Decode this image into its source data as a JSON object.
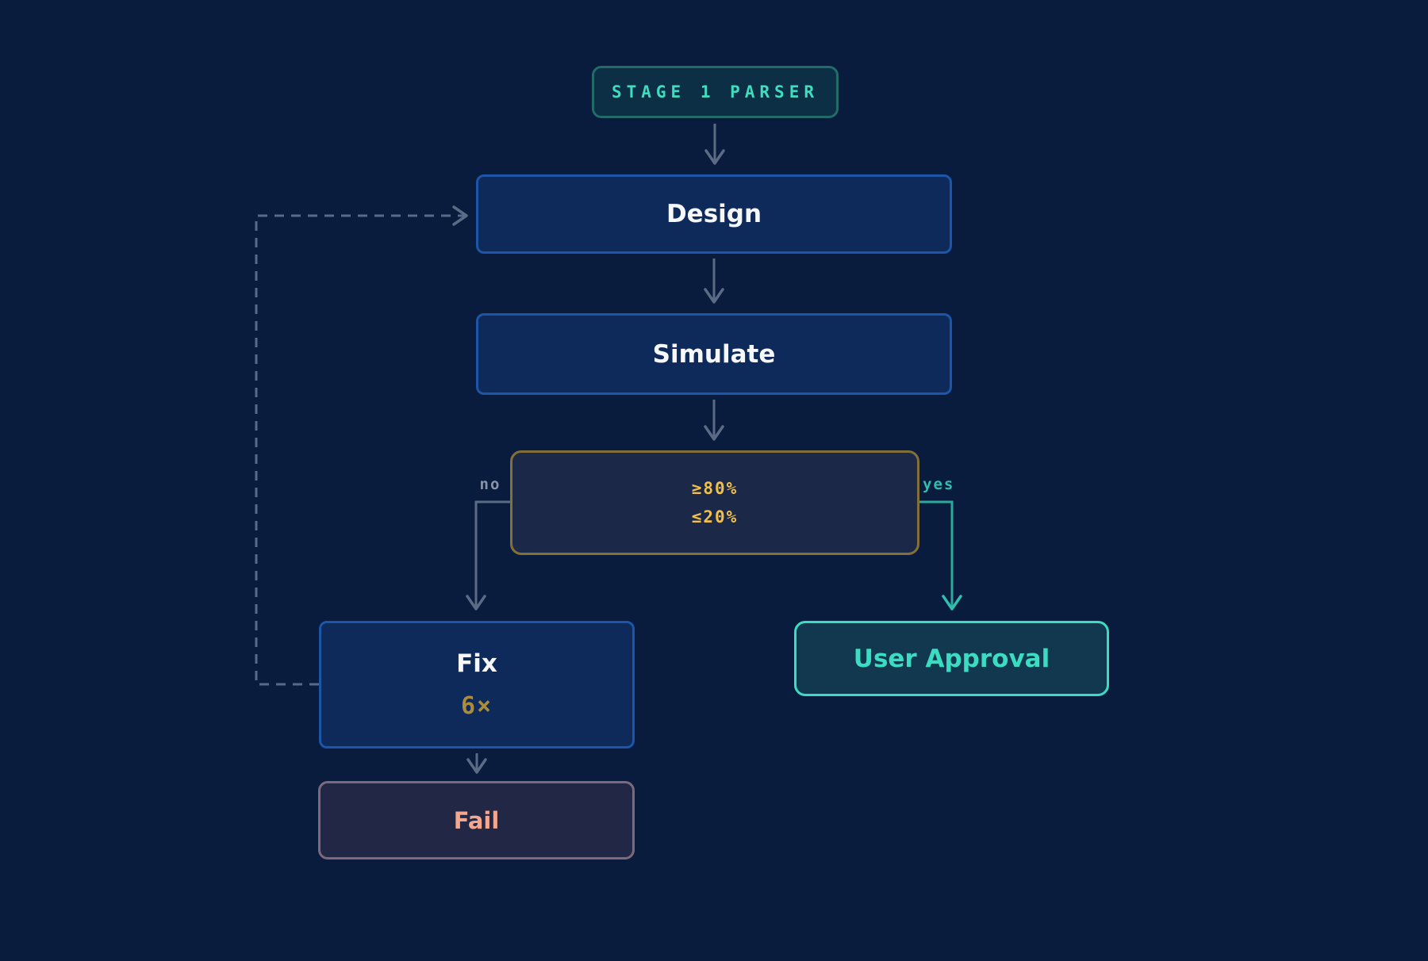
{
  "diagram": {
    "nodes": {
      "stage1": {
        "label": "STAGE 1 PARSER",
        "type": "stage-title"
      },
      "design": {
        "label": "Design",
        "type": "process"
      },
      "simulate": {
        "label": "Simulate",
        "type": "process"
      },
      "decision": {
        "line1": "≥80%",
        "line2": "≤20%",
        "type": "decision"
      },
      "fix": {
        "label": "Fix",
        "badge": "6×",
        "type": "process"
      },
      "approval": {
        "label": "User Approval",
        "type": "success"
      },
      "fail": {
        "label": "Fail",
        "type": "failure"
      }
    },
    "edges": {
      "no": {
        "label": "no"
      },
      "yes": {
        "label": "yes"
      }
    },
    "colors": {
      "background": "#0a1c3d",
      "process_fill": "#0d2a5a",
      "process_border": "#1d55a8",
      "process_text": "#f5f7fa",
      "stage_fill": "#0d2f45",
      "stage_border": "#226b68",
      "stage_text": "#40dcbf",
      "decision_fill": "#1b2848",
      "decision_border": "#827038",
      "decision_text": "#f1c04a",
      "approval_fill": "#11384f",
      "approval_accent": "#3cdcc2",
      "fail_fill": "#212745",
      "fail_border": "#7b6a7c",
      "fail_text": "#f5a68e",
      "edge_gray": "#5c6b85",
      "edge_teal": "#2aa99c",
      "label_no": "#8a94a8",
      "label_yes": "#2fbfae",
      "fix_badge_gold": "#ab8c3c"
    }
  }
}
